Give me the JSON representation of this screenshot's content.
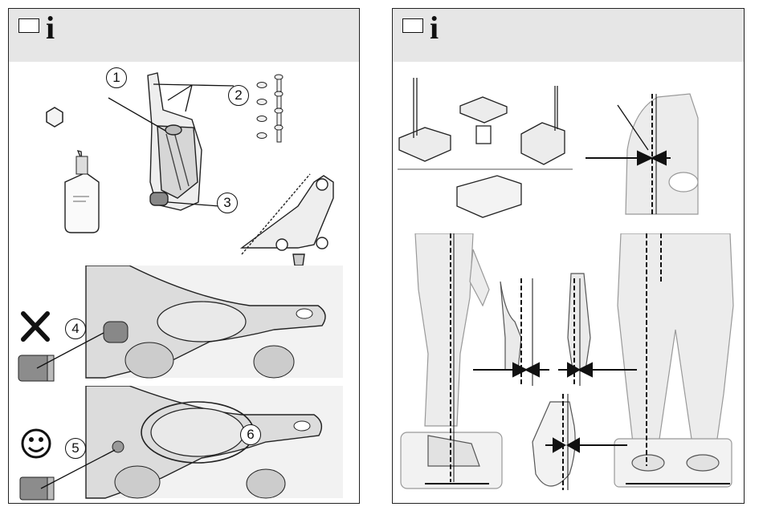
{
  "left_panel": {
    "callouts": [
      "1",
      "2",
      "3",
      "4",
      "5",
      "6"
    ]
  },
  "right_panel": {},
  "symbols": {
    "wrong": "✕",
    "ok": "☺"
  },
  "icons": [
    "info-icon",
    "hex-nut-icon",
    "glue-bottle-icon",
    "cross-icon",
    "smiley-icon"
  ]
}
